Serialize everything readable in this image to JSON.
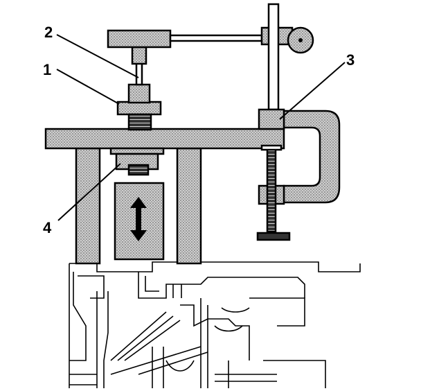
{
  "callouts": [
    {
      "id": "1",
      "label": "1"
    },
    {
      "id": "2",
      "label": "2"
    },
    {
      "id": "3",
      "label": "3"
    },
    {
      "id": "4",
      "label": "4"
    }
  ],
  "colors": {
    "line": "#000000",
    "background": "#ffffff",
    "stipple_fill": "#a8a8a8"
  }
}
